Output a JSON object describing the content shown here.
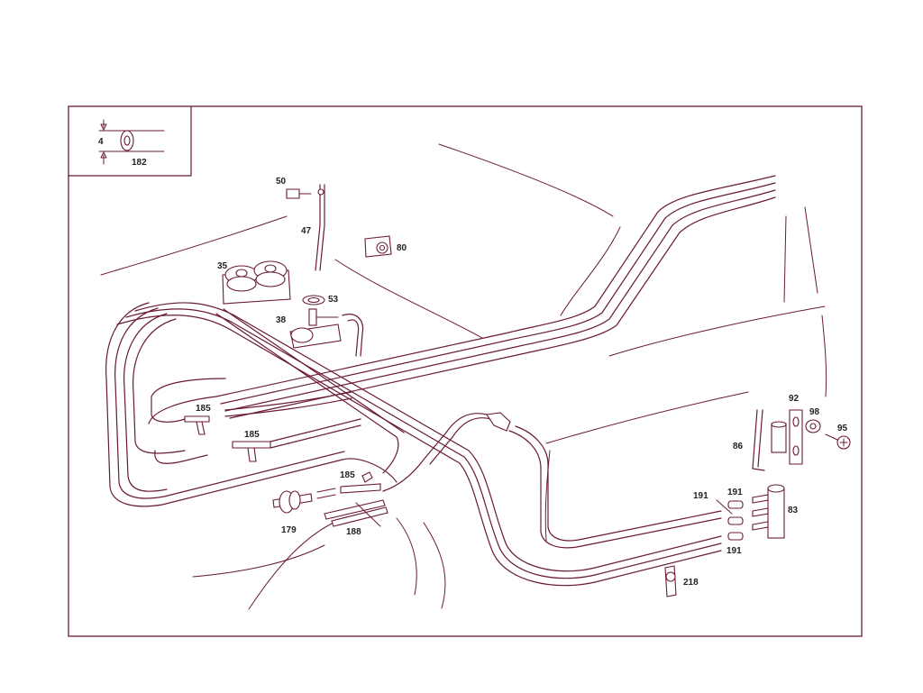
{
  "inset": {
    "dimension": "4",
    "part": "182"
  },
  "labels": [
    {
      "key": "p50",
      "text": "50"
    },
    {
      "key": "p47",
      "text": "47"
    },
    {
      "key": "p80",
      "text": "80"
    },
    {
      "key": "p35",
      "text": "35"
    },
    {
      "key": "p53",
      "text": "53"
    },
    {
      "key": "p38",
      "text": "38"
    },
    {
      "key": "p185a",
      "text": "185"
    },
    {
      "key": "p185b",
      "text": "185"
    },
    {
      "key": "p185c",
      "text": "185"
    },
    {
      "key": "p179",
      "text": "179"
    },
    {
      "key": "p188",
      "text": "188"
    },
    {
      "key": "p92",
      "text": "92"
    },
    {
      "key": "p98",
      "text": "98"
    },
    {
      "key": "p95",
      "text": "95"
    },
    {
      "key": "p86",
      "text": "86"
    },
    {
      "key": "p191a",
      "text": "191"
    },
    {
      "key": "p191b",
      "text": "191"
    },
    {
      "key": "p191c",
      "text": "191"
    },
    {
      "key": "p83",
      "text": "83"
    },
    {
      "key": "p218",
      "text": "218"
    }
  ],
  "colors": {
    "line": "#6a1a35",
    "label": "#222222",
    "background": "#ffffff"
  }
}
